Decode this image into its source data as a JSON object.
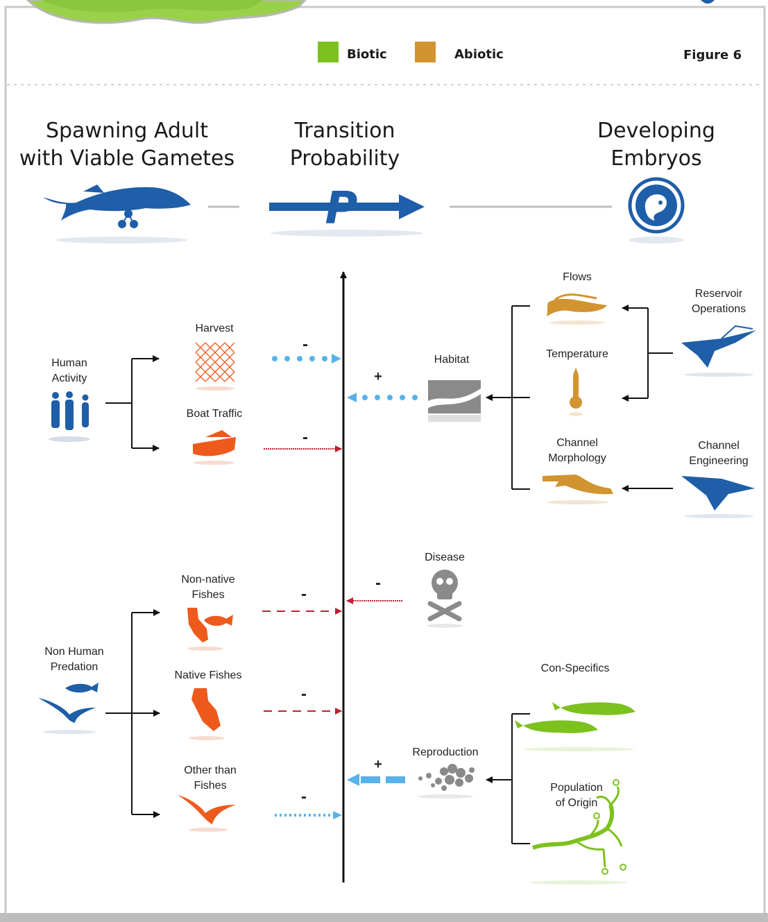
{
  "legend": {
    "biotic_label": "Biotic",
    "abiotic_label": "Abiotic",
    "biotic_color": "#7dc11e",
    "abiotic_color": "#d19431",
    "figure_label": "Figure 6"
  },
  "stages": {
    "from_line1": "Spawning Adult",
    "from_line2": "with Viable Gametes",
    "mid_line1": "Transition",
    "mid_line2": "Probability",
    "to_line1": "Developing",
    "to_line2": "Embryos",
    "p_symbol": "P"
  },
  "nodes": {
    "human_activity_1": "Human",
    "human_activity_2": "Activity",
    "harvest": "Harvest",
    "boat_traffic": "Boat Traffic",
    "habitat": "Habitat",
    "flows": "Flows",
    "temperature": "Temperature",
    "channel_morph_1": "Channel",
    "channel_morph_2": "Morphology",
    "reservoir_1": "Reservoir",
    "reservoir_2": "Operations",
    "channel_eng_1": "Channel",
    "channel_eng_2": "Engineering",
    "disease": "Disease",
    "non_native_1": "Non-native",
    "non_native_2": "Fishes",
    "non_human_1": "Non Human",
    "non_human_2": "Predation",
    "native_fishes": "Native Fishes",
    "other_than_1": "Other than",
    "other_than_2": "Fishes",
    "con_specifics": "Con-Specifics",
    "reproduction": "Reproduction",
    "population_1": "Population",
    "population_2": "of Origin"
  },
  "signs": {
    "harvest": "-",
    "boat": "-",
    "habitat": "+",
    "disease": "-",
    "non_native": "-",
    "native": "-",
    "other": "-",
    "reproduction": "+"
  },
  "colors": {
    "blue_icon": "#1f5ea8",
    "orange_icon": "#ee5a1c",
    "dotted_blue": "#58b2ea",
    "dashed_red": "#c0202e",
    "gray_icon": "#8a8a8a",
    "axis": "#111111"
  }
}
